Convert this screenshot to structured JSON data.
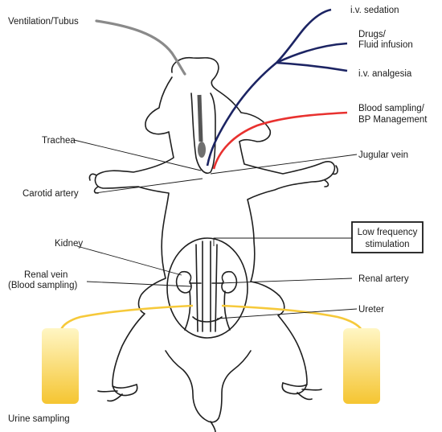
{
  "labels": {
    "ventilation": "Ventilation/Tubus",
    "sedation": "i.v. sedation",
    "drugs_line1": "Drugs/",
    "drugs_line2": "Fluid infusion",
    "analgesia": "i.v. analgesia",
    "blood_line1": "Blood sampling/",
    "blood_line2": "BP Management",
    "trachea": "Trachea",
    "jugular": "Jugular vein",
    "carotid": "Carotid artery",
    "lfs_line1": "Low frequency",
    "lfs_line2": "stimulation",
    "kidney": "Kidney",
    "renal_vein_line1": "Renal vein",
    "renal_vein_line2": "(Blood sampling)",
    "renal_artery": "Renal artery",
    "ureter": "Ureter",
    "urine": "Urine sampling"
  },
  "colors": {
    "tube_gray": "#8a8a8a",
    "iv_navy": "#1c2463",
    "blood_red": "#e8312f",
    "ureter_yellow": "#f6c93a",
    "container_fill_top": "#fff6c4",
    "container_fill_bottom": "#f5c531"
  }
}
